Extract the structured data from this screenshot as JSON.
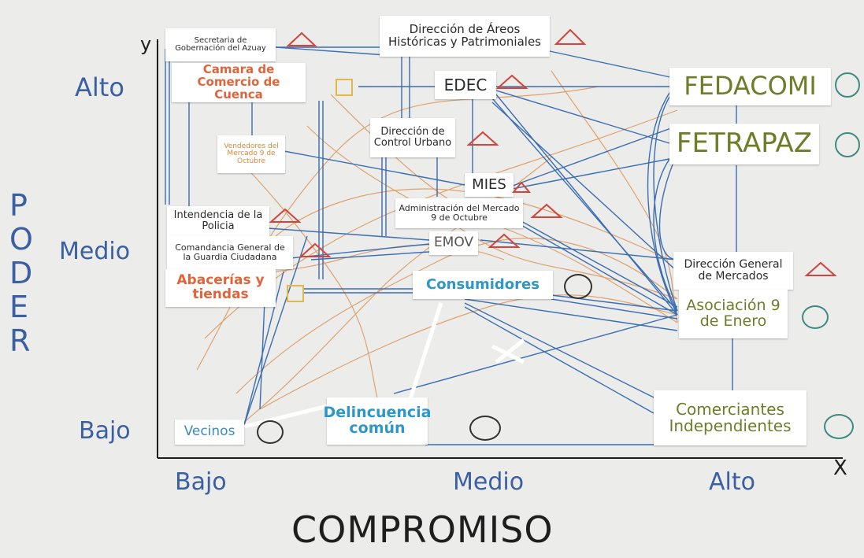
{
  "axes": {
    "y_label": "y",
    "x_label": "X",
    "y_title": "PODER",
    "x_title": "COMPROMISO",
    "y_ticks": [
      "Alto",
      "Medio",
      "Bajo"
    ],
    "x_ticks": [
      "Bajo",
      "Medio",
      "Alto"
    ]
  },
  "actors": {
    "secretaria": "Secretaria de Gobernación del Azuay",
    "areas_historicas": "Dirección de Áreos Históricas y Patrimoniales",
    "camara": "Camara de Comercio de Cuenca",
    "edec": "EDEC",
    "fedacomi": "FEDACOMI",
    "fetrapaz": "FETRAPAZ",
    "control_urbano": "Dirección de Control Urbano",
    "vendedores": "Vendedores del Mercado 9 de Octubre",
    "mies": "MIES",
    "intendencia": "Intendencia de la Policia",
    "administracion": "Administración del Mercado 9 de Octubre",
    "emov": "EMOV",
    "comandancia": "Comandancia General de la Guardia Ciudadana",
    "direccion_mercados": "Dirección General de Mercados",
    "abacerias": "Abacerías y tiendas",
    "consumidores": "Consumidores",
    "asociacion": "Asociación 9 de Enero",
    "vecinos": "Vecinos",
    "delincuencia": "Delincuencia común",
    "comerciantes": "Comerciantes Independientes"
  },
  "colors": {
    "blue_text": "#3b5fa3",
    "orange_text": "#e0643a",
    "green_text": "#6f7d2a",
    "teal_text": "#2f97c7",
    "line_blue": "#3a6db3",
    "line_orange": "#d98a45",
    "triangle_red": "#d3443a",
    "square_yellow": "#e3b84a",
    "circle_teal": "#3f8a80"
  }
}
